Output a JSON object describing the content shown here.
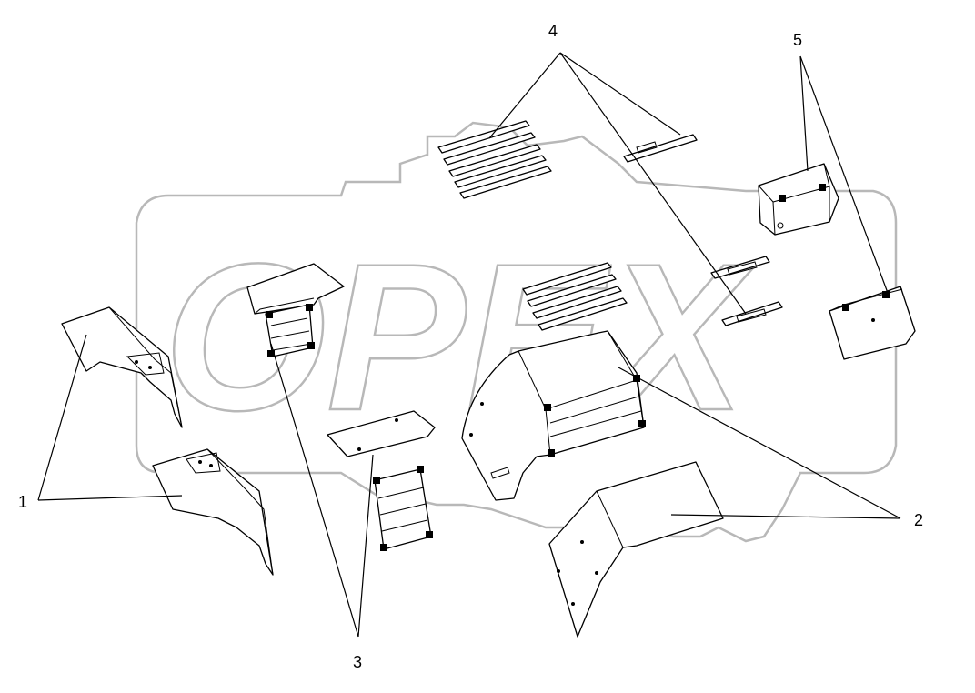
{
  "diagram": {
    "watermark": {
      "text": "OPEX",
      "color": "#b8b8b8"
    },
    "callouts": [
      {
        "id": "1",
        "label": "1"
      },
      {
        "id": "2",
        "label": "2"
      },
      {
        "id": "3",
        "label": "3"
      },
      {
        "id": "4",
        "label": "4"
      },
      {
        "id": "5",
        "label": "5"
      }
    ],
    "line_color": "#000000"
  }
}
